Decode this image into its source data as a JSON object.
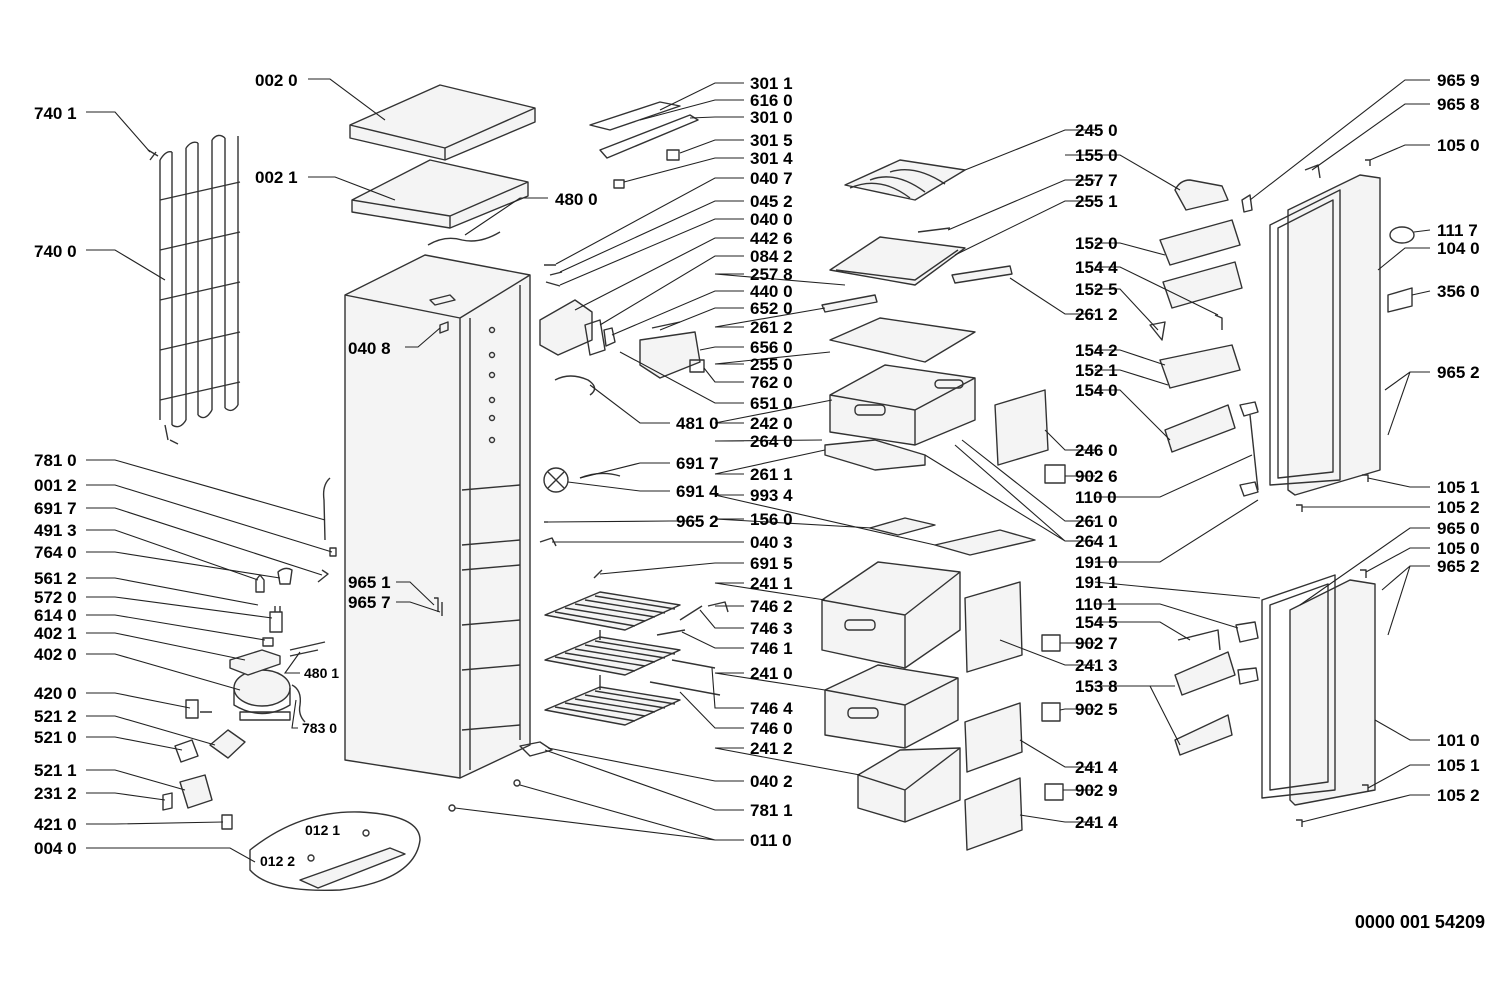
{
  "drawing_number": "0000 001 54209",
  "callouts": [
    {
      "id": "002 0",
      "side": "left"
    },
    {
      "id": "002 1",
      "side": "left"
    },
    {
      "id": "740 1",
      "side": "left"
    },
    {
      "id": "740 0",
      "side": "left"
    },
    {
      "id": "480 0",
      "side": "right"
    },
    {
      "id": "040 8",
      "side": "left"
    },
    {
      "id": "781 0",
      "side": "left"
    },
    {
      "id": "001 2",
      "side": "left"
    },
    {
      "id": "691 7",
      "side": "left"
    },
    {
      "id": "491 3",
      "side": "left"
    },
    {
      "id": "764 0",
      "side": "left"
    },
    {
      "id": "561 2",
      "side": "left"
    },
    {
      "id": "572 0",
      "side": "left"
    },
    {
      "id": "614 0",
      "side": "left"
    },
    {
      "id": "402 1",
      "side": "left"
    },
    {
      "id": "402 0",
      "side": "left"
    },
    {
      "id": "420 0",
      "side": "left"
    },
    {
      "id": "521 2",
      "side": "left"
    },
    {
      "id": "521 0",
      "side": "left"
    },
    {
      "id": "521 1",
      "side": "left"
    },
    {
      "id": "231 2",
      "side": "left"
    },
    {
      "id": "421 0",
      "side": "left"
    },
    {
      "id": "004 0",
      "side": "left"
    },
    {
      "id": "480 1",
      "side": "right"
    },
    {
      "id": "783 0",
      "side": "right"
    },
    {
      "id": "012 1",
      "side": "left"
    },
    {
      "id": "012 2",
      "side": "left"
    },
    {
      "id": "965 1",
      "side": "left"
    },
    {
      "id": "965 7",
      "side": "left"
    },
    {
      "id": "301 1",
      "side": "right"
    },
    {
      "id": "616 0",
      "side": "right"
    },
    {
      "id": "301 0",
      "side": "right"
    },
    {
      "id": "301 5",
      "side": "right"
    },
    {
      "id": "301 4",
      "side": "right"
    },
    {
      "id": "040 7",
      "side": "right"
    },
    {
      "id": "045 2",
      "side": "right"
    },
    {
      "id": "040 0",
      "side": "right"
    },
    {
      "id": "442 6",
      "side": "right"
    },
    {
      "id": "084 2",
      "side": "right"
    },
    {
      "id": "257 8",
      "side": "right"
    },
    {
      "id": "440 0",
      "side": "right"
    },
    {
      "id": "652 0",
      "side": "right"
    },
    {
      "id": "261 2",
      "side": "right"
    },
    {
      "id": "656 0",
      "side": "right"
    },
    {
      "id": "255 0",
      "side": "right"
    },
    {
      "id": "762 0",
      "side": "right"
    },
    {
      "id": "651 0",
      "side": "right"
    },
    {
      "id": "242 0",
      "side": "right"
    },
    {
      "id": "481 0",
      "side": "right"
    },
    {
      "id": "264 0",
      "side": "right"
    },
    {
      "id": "261 1",
      "side": "right"
    },
    {
      "id": "691 7",
      "side": "right"
    },
    {
      "id": "691 4",
      "side": "right"
    },
    {
      "id": "993 4",
      "side": "right"
    },
    {
      "id": "965 2",
      "side": "right"
    },
    {
      "id": "156 0",
      "side": "right"
    },
    {
      "id": "040 3",
      "side": "right"
    },
    {
      "id": "691 5",
      "side": "right"
    },
    {
      "id": "241 1",
      "side": "right"
    },
    {
      "id": "746 2",
      "side": "right"
    },
    {
      "id": "746 3",
      "side": "right"
    },
    {
      "id": "746 1",
      "side": "right"
    },
    {
      "id": "241 0",
      "side": "right"
    },
    {
      "id": "746 4",
      "side": "right"
    },
    {
      "id": "746 0",
      "side": "right"
    },
    {
      "id": "241 2",
      "side": "right"
    },
    {
      "id": "040 2",
      "side": "right"
    },
    {
      "id": "781 1",
      "side": "right"
    },
    {
      "id": "011 0",
      "side": "right"
    },
    {
      "id": "245 0",
      "side": "right"
    },
    {
      "id": "155 0",
      "side": "right"
    },
    {
      "id": "257 7",
      "side": "right"
    },
    {
      "id": "255 1",
      "side": "right"
    },
    {
      "id": "152 0",
      "side": "right"
    },
    {
      "id": "154 4",
      "side": "right"
    },
    {
      "id": "152 5",
      "side": "right"
    },
    {
      "id": "261 2",
      "side": "right"
    },
    {
      "id": "154 2",
      "side": "right"
    },
    {
      "id": "152 1",
      "side": "right"
    },
    {
      "id": "154 0",
      "side": "right"
    },
    {
      "id": "246 0",
      "side": "right"
    },
    {
      "id": "902 6",
      "side": "right"
    },
    {
      "id": "110 0",
      "side": "right"
    },
    {
      "id": "261 0",
      "side": "right"
    },
    {
      "id": "264 1",
      "side": "right"
    },
    {
      "id": "191 0",
      "side": "right"
    },
    {
      "id": "191 1",
      "side": "right"
    },
    {
      "id": "110 1",
      "side": "right"
    },
    {
      "id": "154 5",
      "side": "right"
    },
    {
      "id": "902 7",
      "side": "right"
    },
    {
      "id": "241 3",
      "side": "right"
    },
    {
      "id": "153 8",
      "side": "right"
    },
    {
      "id": "902 5",
      "side": "right"
    },
    {
      "id": "241 4",
      "side": "right"
    },
    {
      "id": "902 9",
      "side": "right"
    },
    {
      "id": "241 4",
      "side": "right"
    },
    {
      "id": "965 9",
      "side": "right"
    },
    {
      "id": "965 8",
      "side": "right"
    },
    {
      "id": "105 0",
      "side": "right"
    },
    {
      "id": "111 7",
      "side": "right"
    },
    {
      "id": "104 0",
      "side": "right"
    },
    {
      "id": "356 0",
      "side": "right"
    },
    {
      "id": "965 2",
      "side": "right"
    },
    {
      "id": "105 1",
      "side": "right"
    },
    {
      "id": "105 2",
      "side": "right"
    },
    {
      "id": "965 0",
      "side": "right"
    },
    {
      "id": "105 0",
      "side": "right"
    },
    {
      "id": "965 2",
      "side": "right"
    },
    {
      "id": "101 0",
      "side": "right"
    },
    {
      "id": "105 1",
      "side": "right"
    },
    {
      "id": "105 2",
      "side": "right"
    }
  ]
}
